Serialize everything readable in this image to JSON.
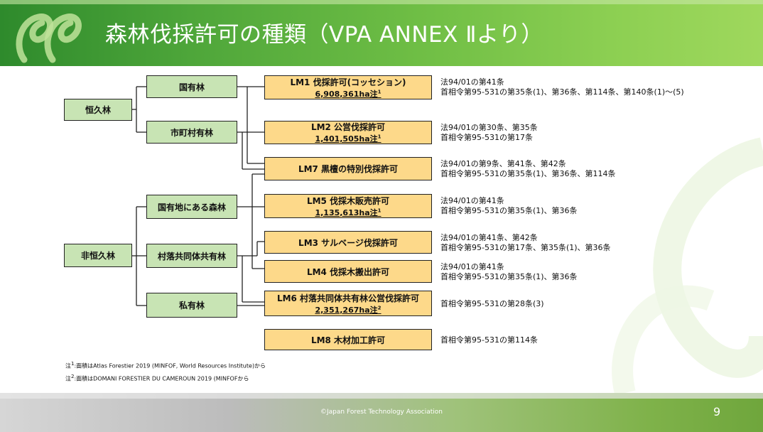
{
  "header": {
    "title": "森林伐採許可の種類（VPA ANNEX Ⅱより）"
  },
  "categories": [
    {
      "id": "permanent",
      "label": "恒久林"
    },
    {
      "id": "nonpermanent",
      "label": "非恒久林"
    }
  ],
  "forest_types": [
    {
      "id": "state",
      "label": "国有林"
    },
    {
      "id": "municipal",
      "label": "市町村有林"
    },
    {
      "id": "national_land",
      "label": "国有地にある森林"
    },
    {
      "id": "community",
      "label": "村落共同体共有林"
    },
    {
      "id": "private",
      "label": "私有林"
    }
  ],
  "licenses": [
    {
      "id": "lm1",
      "label": "LM1 伐採許可(コッセション)",
      "area": "6,908,361ha注",
      "note": "1",
      "laws": [
        "法94/01の第41条",
        "首相令第95-531の第35条(1)、第36条、第114条、第140条(1)〜(5)"
      ]
    },
    {
      "id": "lm2",
      "label": "LM2 公営伐採許可",
      "area": "1,401,505ha注",
      "note": "1",
      "laws": [
        "法94/01の第30条、第35条",
        "首相令第95-531の第17条"
      ]
    },
    {
      "id": "lm7",
      "label": "LM7 黒檀の特別伐採許可",
      "area": "",
      "note": "",
      "laws": [
        "法94/01の第9条、第41条、第42条",
        "首相令第95-531の第35条(1)、第36条、第114条"
      ]
    },
    {
      "id": "lm5",
      "label": "LM5 伐採木販売許可",
      "area": "1,135,613ha注",
      "note": "1",
      "laws": [
        "法94/01の第41条",
        "首相令第95-531の第35条(1)、第36条"
      ]
    },
    {
      "id": "lm3",
      "label": "LM3 サルベージ伐採許可",
      "area": "",
      "note": "",
      "laws": [
        "法94/01の第41条、第42条",
        "首相令第95-531の第17条、第35条(1)、第36条"
      ]
    },
    {
      "id": "lm4",
      "label": "LM4 伐採木搬出許可",
      "area": "",
      "note": "",
      "laws": [
        "法94/01の第41条",
        "首相令第95-531の第35条(1)、第36条"
      ]
    },
    {
      "id": "lm6",
      "label": "LM6 村落共同体共有林公営伐採許可",
      "area": "2,351,267ha注",
      "note": "2",
      "laws": [
        "首相令第95-531の第28条(3)"
      ]
    },
    {
      "id": "lm8",
      "label": "LM8 木材加工許可",
      "area": "",
      "note": "",
      "laws": [
        "首相令第95-531の第114条"
      ]
    }
  ],
  "footnotes": [
    {
      "mark": "注",
      "num": "1",
      "text": ":面積はAtlas Forestier 2019 (MINFOF, World Resources Institute)から"
    },
    {
      "mark": "注",
      "num": "2",
      "text": ":面積はDOMANI FORESTIER DU CAMEROUN 2019 (MINFOFから"
    }
  ],
  "footer": {
    "copyright": "©Japan Forest Technology Association",
    "page_number": "9"
  },
  "colors": {
    "green_box": "#c8e4b4",
    "yellow_box": "#fdd98a",
    "header_green": "#4ea63a"
  }
}
